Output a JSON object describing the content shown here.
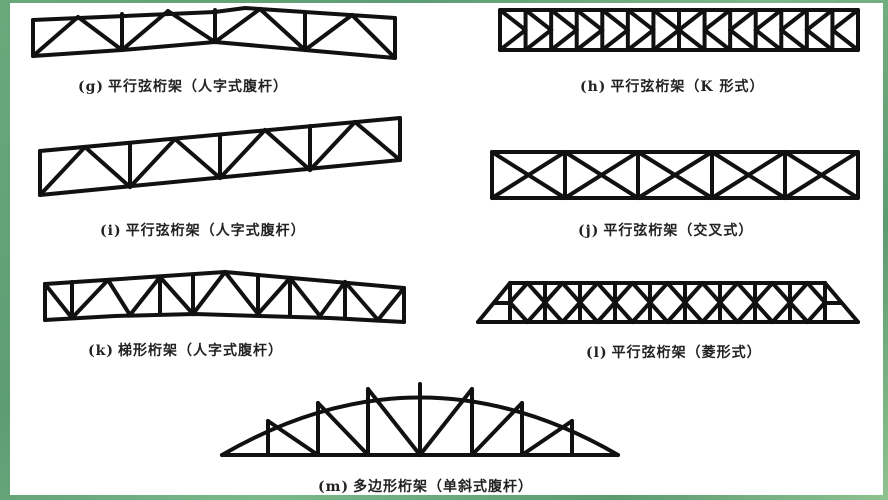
{
  "frame": {
    "background_color": "#6aa97a",
    "panel_color": "#ffffff",
    "stroke_color": "#111111"
  },
  "diagrams": [
    {
      "id": "g",
      "tag": "(g)",
      "caption": "平行弦桁架（人字式腹杆）"
    },
    {
      "id": "h",
      "tag": "(h)",
      "caption": "平行弦桁架（K 形式）"
    },
    {
      "id": "i",
      "tag": "(i)",
      "caption": "平行弦桁架（人字式腹杆）"
    },
    {
      "id": "j",
      "tag": "(j)",
      "caption": "平行弦桁架（交叉式）"
    },
    {
      "id": "k",
      "tag": "(k)",
      "caption": "梯形桁架（人字式腹杆）"
    },
    {
      "id": "l",
      "tag": "(l)",
      "caption": "平行弦桁架（菱形式）"
    },
    {
      "id": "m",
      "tag": "(m)",
      "caption": "多边形桁架（单斜式腹杆）"
    }
  ]
}
